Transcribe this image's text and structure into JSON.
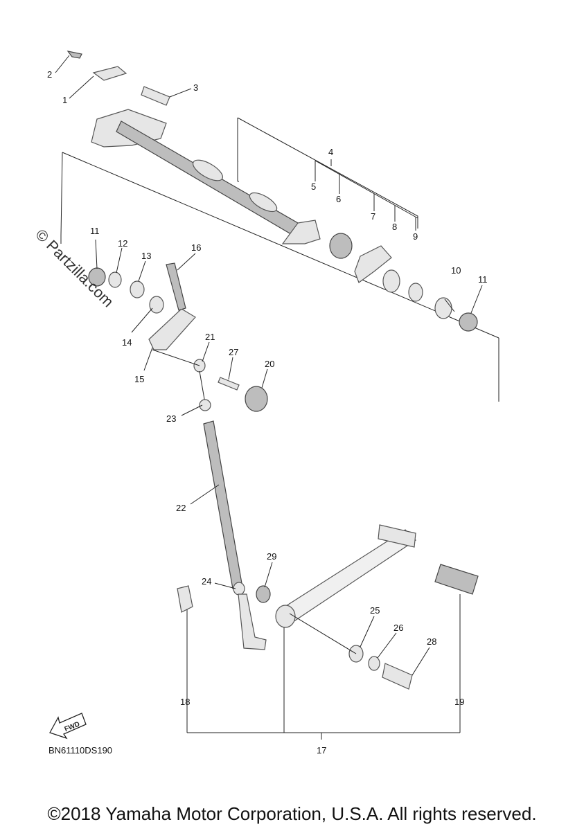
{
  "watermark": "© Partzilla.com",
  "diagram_code": "BN61110DS190",
  "fwd_label": "FWD",
  "copyright": "©2018 Yamaha Motor Corporation, U.S.A. All rights reserved.",
  "callouts": {
    "c1": "1",
    "c2": "2",
    "c3": "3",
    "c4": "4",
    "c5": "5",
    "c6": "6",
    "c7": "7",
    "c8": "8",
    "c9": "9",
    "c10": "10",
    "c11a": "11",
    "c11b": "11",
    "c12": "12",
    "c13": "13",
    "c14": "14",
    "c15": "15",
    "c16": "16",
    "c17": "17",
    "c18": "18",
    "c19": "19",
    "c20": "20",
    "c21": "21",
    "c22": "22",
    "c23": "23",
    "c24": "24",
    "c25": "25",
    "c26": "26",
    "c27": "27",
    "c28": "28",
    "c29": "29"
  }
}
